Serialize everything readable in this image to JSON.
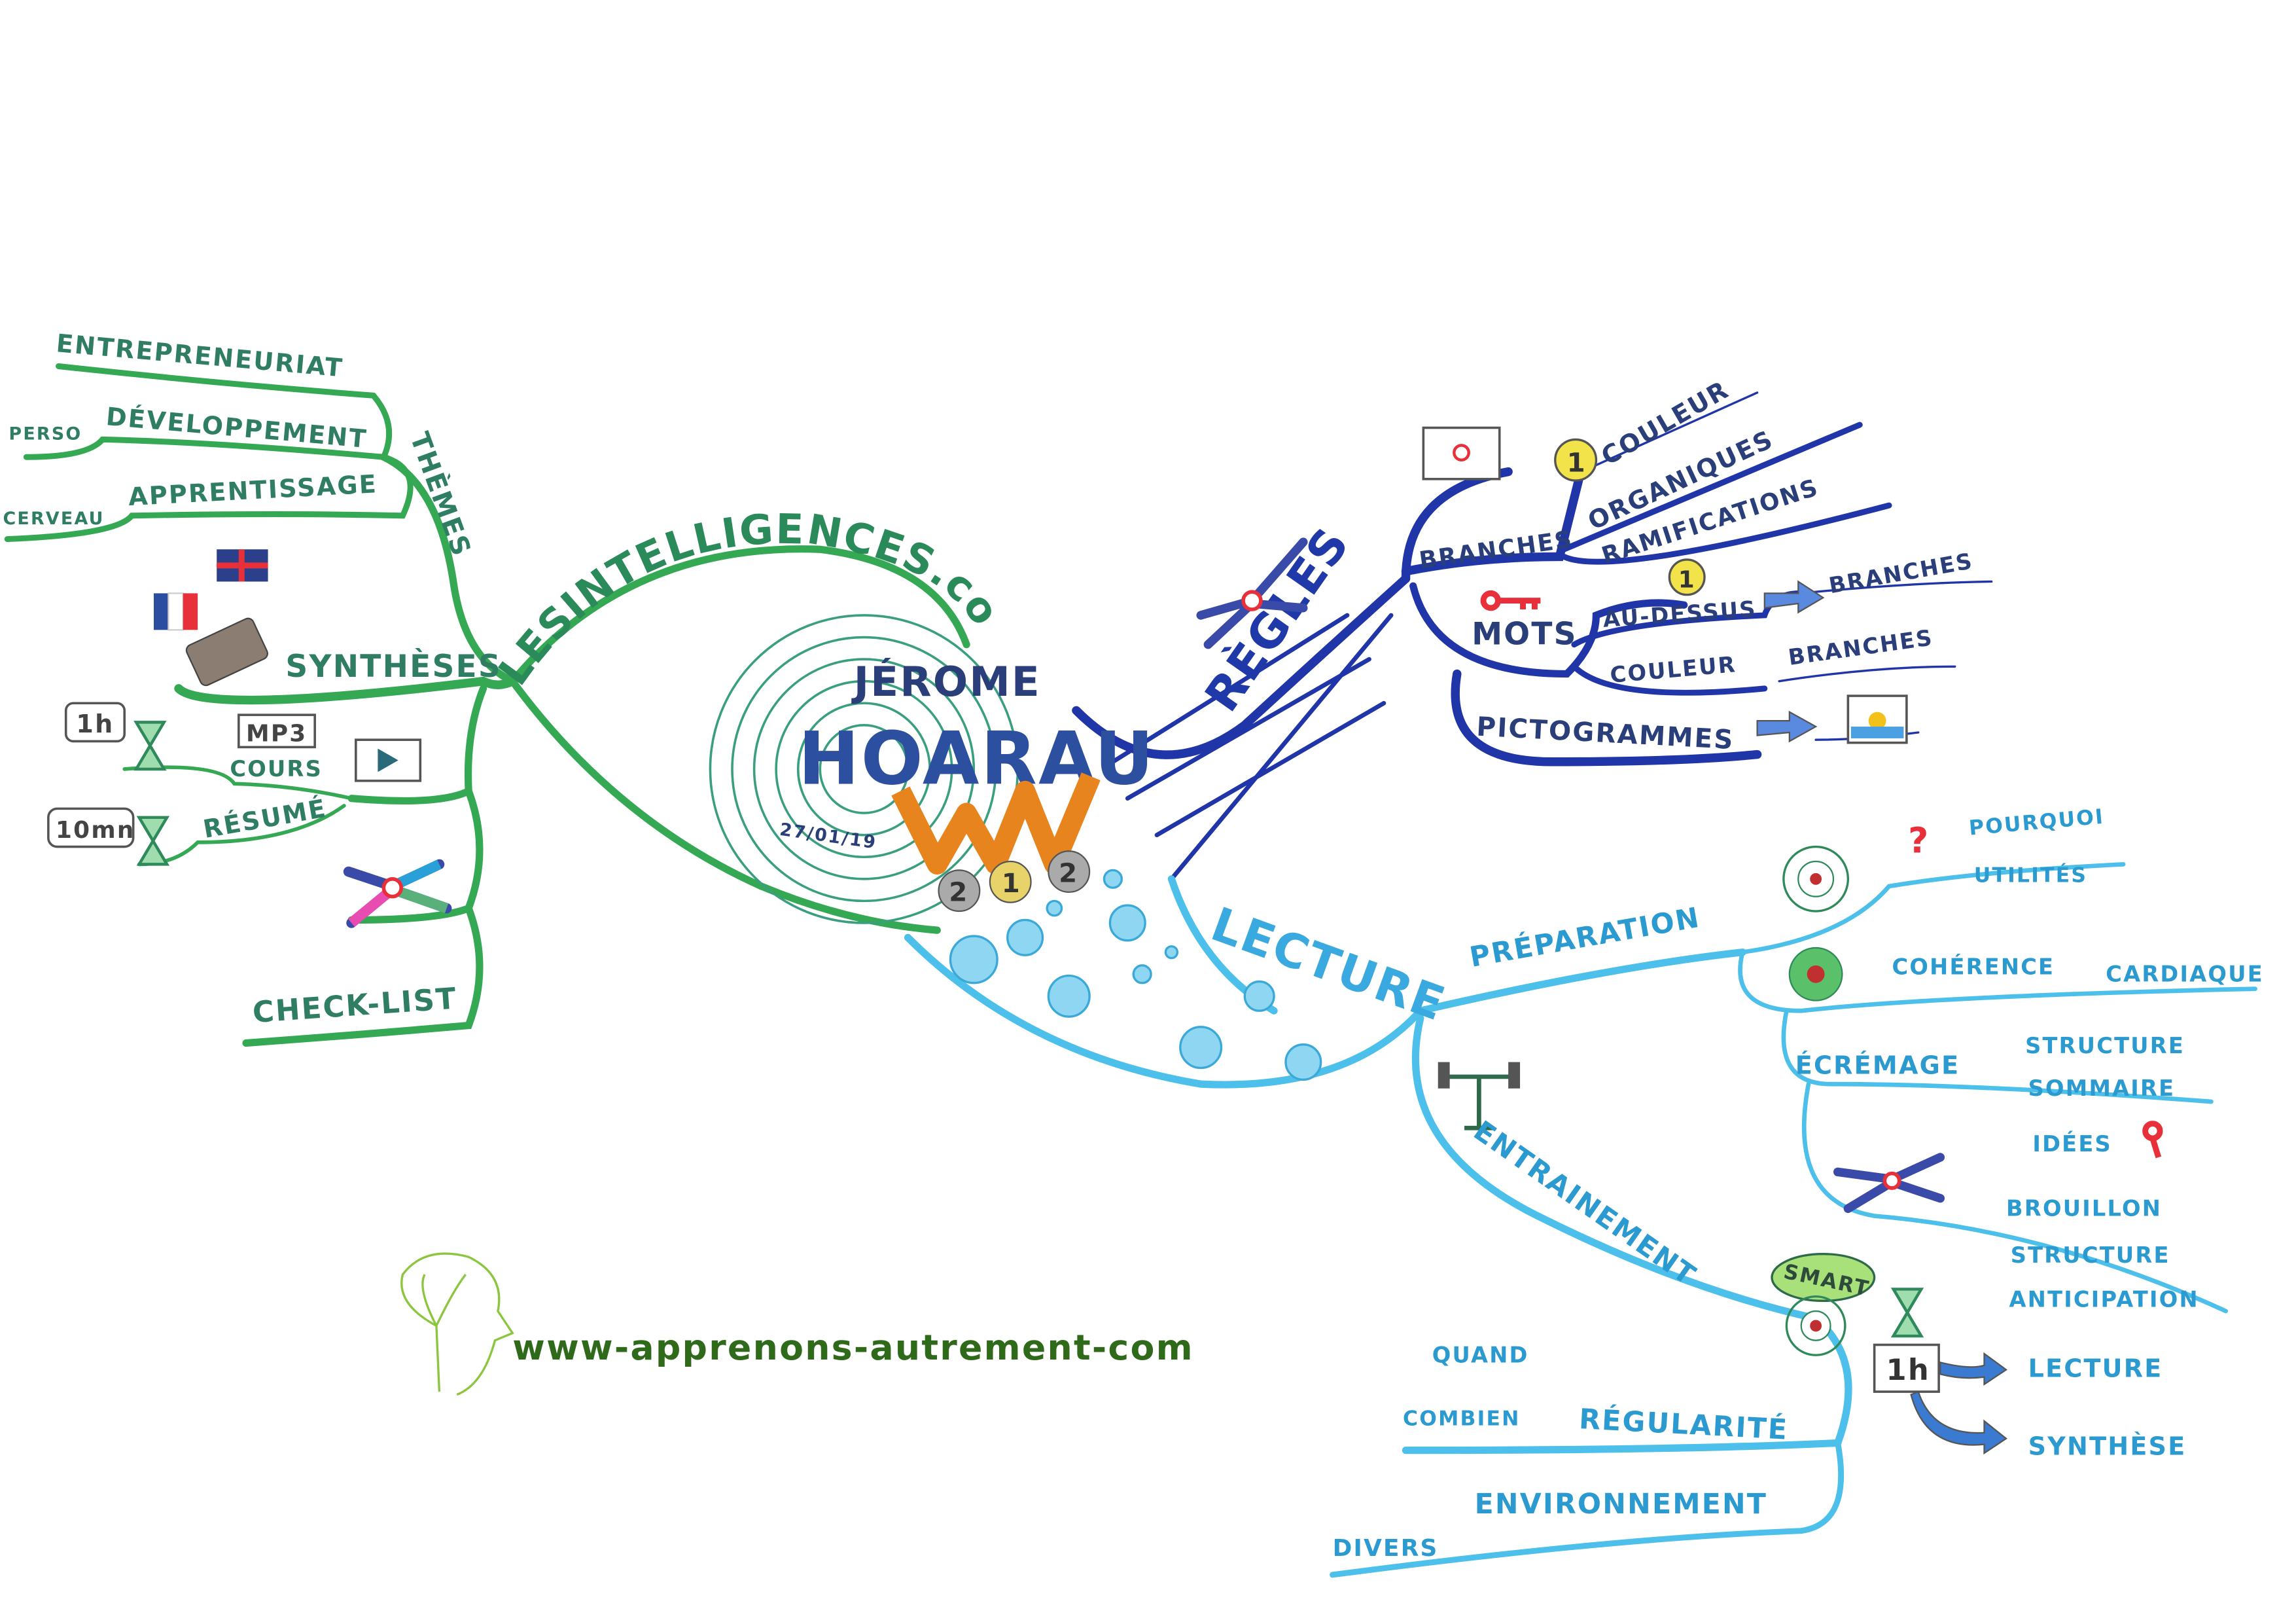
{
  "center": {
    "first_name": "JÉROME",
    "last_name": "HOARAU",
    "date": "27/01/19",
    "arc_title": "LESINTELLIGENCES.com",
    "medals": [
      "2",
      "1",
      "2"
    ]
  },
  "website": "www-apprenons-autrement-com",
  "colors": {
    "green": "#34a853",
    "blue": "#1f35a8",
    "light_blue": "#4cc0ea",
    "accent_red": "#e8303a",
    "yellow": "#f3e34a"
  },
  "green_branch": {
    "themes": {
      "label": "THÈMES",
      "items": [
        "ENTREPRENEURIAT",
        "DÉVELOPPEMENT",
        "PERSO",
        "APPRENTISSAGE",
        "CERVEAU"
      ]
    },
    "syntheses": {
      "label": "SYNTHÈSES",
      "cours": "COURS",
      "mp3": "MP3",
      "cours_time": "1h",
      "resume": "RÉSUMÉ",
      "resume_time": "10mn"
    },
    "checklist": "CHECK-LIST"
  },
  "blue_branch": {
    "label": "RÈGLES",
    "branches": {
      "label": "BRANCHES",
      "number": "1",
      "items": [
        "COULEUR",
        "ORGANIQUES",
        "RAMIFICATIONS"
      ]
    },
    "mots": {
      "label": "MOTS",
      "number": "1",
      "au_dessus": "AU-DESSUS",
      "au_dessus_target": "BRANCHES",
      "couleur": "COULEUR",
      "couleur_target": "BRANCHES"
    },
    "pictogrammes": "PICTOGRAMMES"
  },
  "light_blue_branch": {
    "label": "LECTURE",
    "preparation": {
      "label": "PRÉPARATION",
      "items": [
        "POURQUOI",
        "UTILITÉS",
        "COHÉRENCE",
        "CARDIAQUE"
      ]
    },
    "ecremage": {
      "label": "ÉCRÉMAGE",
      "items": [
        "STRUCTURE",
        "SOMMAIRE",
        "IDÉES"
      ]
    },
    "brouillon": [
      "BROUILLON",
      "STRUCTURE",
      "ANTICIPATION"
    ],
    "entrainement": {
      "label": "ENTRAINEMENT",
      "smart": "SMART",
      "time": "1h",
      "targets": [
        "LECTURE",
        "SYNTHÈSE"
      ]
    },
    "regularite": {
      "label": "RÉGULARITÉ",
      "items": [
        "QUAND",
        "COMBIEN"
      ]
    },
    "environnement": {
      "label": "ENVIRONNEMENT",
      "items": [
        "DIVERS"
      ]
    }
  }
}
